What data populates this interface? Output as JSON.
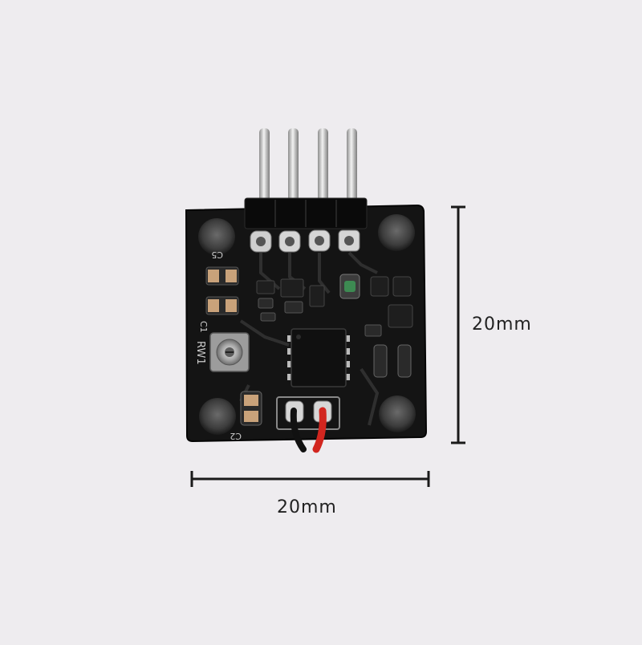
{
  "dimensions": {
    "height_label": "20mm",
    "width_label": "20mm"
  },
  "silkscreen": {
    "c5": "C5",
    "c1": "C1",
    "rw1": "RW1",
    "c2": "C2"
  },
  "colors": {
    "background": "#eeecef",
    "board": "#141414",
    "pin_metal": "#c9c9c9",
    "header_plastic": "#0a0a0a",
    "wire_red": "#d2261f",
    "wire_black": "#111111",
    "dimension_line": "#1a1a1a"
  }
}
